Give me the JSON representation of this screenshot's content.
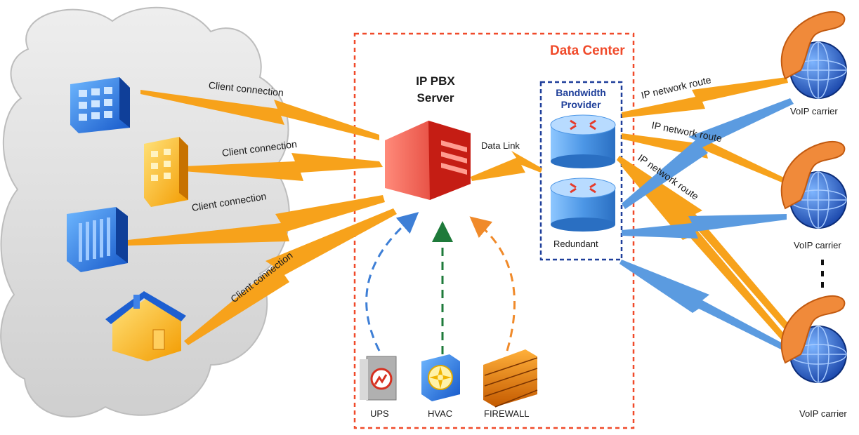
{
  "data_center": {
    "title": "Data Center"
  },
  "server": {
    "line1": "IP PBX",
    "line2": "Server",
    "data_link": "Data Link"
  },
  "bandwidth": {
    "line1": "Bandwidth",
    "line2": "Provider",
    "redundant": "Redundant"
  },
  "client_connections": [
    "Client connection",
    "Client connection",
    "Client connection",
    "Client connection"
  ],
  "network_routes": [
    "IP network route",
    "IP network route",
    "IP network route"
  ],
  "carriers": [
    "VoIP carrier",
    "VoIP carrier",
    "VoIP carrier"
  ],
  "support": {
    "ups": "UPS",
    "hvac": "HVAC",
    "firewall": "FIREWALL"
  },
  "colors": {
    "cloud": "#d9d9d9",
    "lightning_orange": "#f7a21b",
    "lightning_blue": "#5b9be0",
    "data_center_border": "#f04a2a",
    "bandwidth_border": "#1f3f9a",
    "server_red": "#e8372b",
    "arrow_blue": "#3e7fd6",
    "arrow_green": "#1e7a3a",
    "arrow_orange": "#f08a2a"
  }
}
